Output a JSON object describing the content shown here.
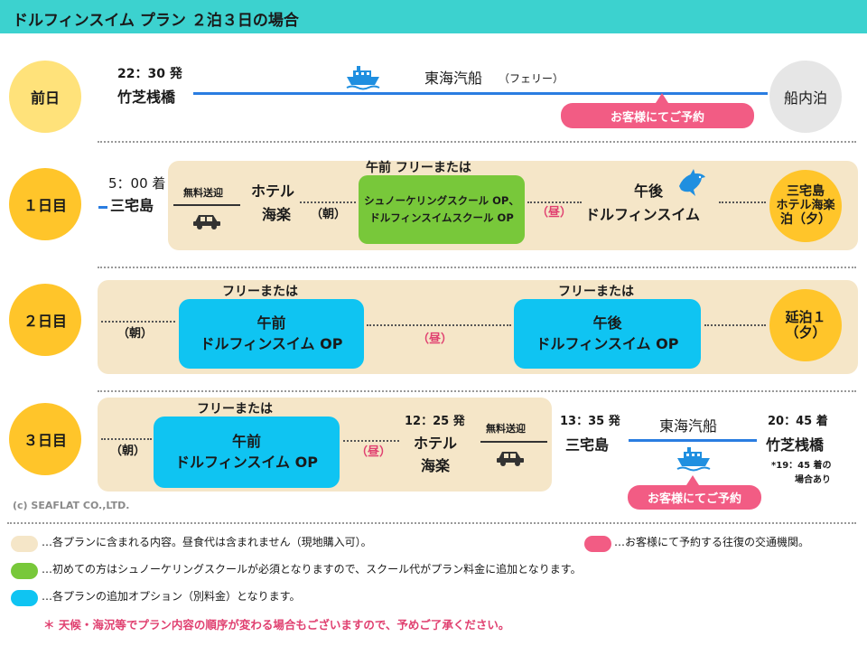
{
  "title": "ドルフィンスイム プラン ２泊３日の場合",
  "day0": {
    "label": "前日",
    "depart_time": "22：30 発",
    "depart_place": "竹芝桟橋",
    "transport": "東海汽船",
    "transport_note": "（フェリー）",
    "booking_tag": "お客様にてご予約",
    "stay": "船内泊"
  },
  "day1": {
    "label": "１日目",
    "arrive_time": "5：00 着",
    "arrive_place": "三宅島",
    "shuttle": "無料送迎",
    "hotel_line1": "ホテル",
    "hotel_line2": "海楽",
    "breakfast": "（朝）",
    "am_header": "午前 フリーまたは",
    "am_op_line1": "シュノーケリングスクール OP、",
    "am_op_line2": "ドルフィンスイムスクール OP",
    "lunch": "（昼）",
    "pm_line1": "午後",
    "pm_line2": "ドルフィンスイム",
    "stay_line1": "三宅島",
    "stay_line2": "ホテル海楽",
    "stay_line3": "泊（夕）"
  },
  "day2": {
    "label": "２日目",
    "breakfast": "（朝）",
    "am_header": "フリーまたは",
    "am_line1": "午前",
    "am_line2": "ドルフィンスイム OP",
    "lunch": "（昼）",
    "pm_header": "フリーまたは",
    "pm_line1": "午後",
    "pm_line2": "ドルフィンスイム OP",
    "stay_line1": "延泊１",
    "stay_line2": "（夕）"
  },
  "day3": {
    "label": "３日目",
    "breakfast": "（朝）",
    "am_header": "フリーまたは",
    "am_line1": "午前",
    "am_line2": "ドルフィンスイム OP",
    "lunch": "（昼）",
    "depart_time": "12：25 発",
    "hotel_line1": "ホテル",
    "hotel_line2": "海楽",
    "shuttle": "無料送迎",
    "island_time": "13：35 発",
    "island_place": "三宅島",
    "transport": "東海汽船",
    "booking_tag": "お客様にてご予約",
    "arrive_time": "20：45 着",
    "arrive_place": "竹芝桟橋",
    "arrive_note_line1": "*19：45 着の",
    "arrive_note_line2": "場合あり"
  },
  "copyright": "(c) SEAFLAT CO.,LTD.",
  "legend": {
    "beige": "…各プランに含まれる内容。昼食代は含まれません（現地購入可）。",
    "pink": "…お客様にて予約する往復の交通機関。",
    "green": "…初めての方はシュノーケリングスクールが必須となりますので、スクール代がプラン料金に追加となります。",
    "cyan": "…各プランの追加オプション（別料金）となります。",
    "notice": "＊ 天候・海況等でプラン内容の順序が変わる場合もございますので、予めご了承ください。"
  },
  "colors": {
    "title_bar": "#3cd2cf",
    "beige": "#f5e6c8",
    "green": "#78c83a",
    "cyan": "#0fc4f2",
    "pink": "#f25c84",
    "route_blue": "#2a7de1"
  }
}
